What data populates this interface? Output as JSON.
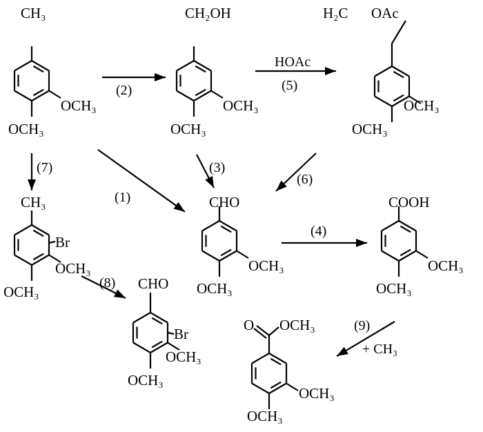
{
  "molecules": {
    "m1": {
      "top": "CH₃",
      "meta": "OCH₃",
      "para": "OCH₃"
    },
    "m2": {
      "top": "CH₂OH",
      "meta": "OCH₃",
      "para": "OCH₃"
    },
    "m3": {
      "top_left": "H₂C",
      "top_right": "OAc",
      "meta": "OCH₃",
      "para": "OCH₃"
    },
    "m4": {
      "top": "CHO",
      "meta": "OCH₃",
      "para": "OCH₃"
    },
    "m5": {
      "top": "COOH",
      "meta": "OCH₃",
      "para": "OCH₃"
    },
    "m6": {
      "top": "CH₃",
      "br": "Br",
      "meta": "OCH₃",
      "para": "OCH₃"
    },
    "m7": {
      "top": "CHO",
      "br": "Br",
      "meta": "OCH₃",
      "para": "OCH₃"
    },
    "m8": {
      "carbonyl_o": "O",
      "ester": "OCH₃",
      "meta": "OCH₃",
      "para": "OCH₃"
    }
  },
  "arrows": {
    "a1": "(1)",
    "a2": "(2)",
    "a3": "(3)",
    "a4": "(4)",
    "a5": "(5)",
    "a5_reagent": "HOAc",
    "a6": "(6)",
    "a7": "(7)",
    "a8": "(8)",
    "a9": "(9)",
    "a9_reagent": "+ CH₃"
  }
}
